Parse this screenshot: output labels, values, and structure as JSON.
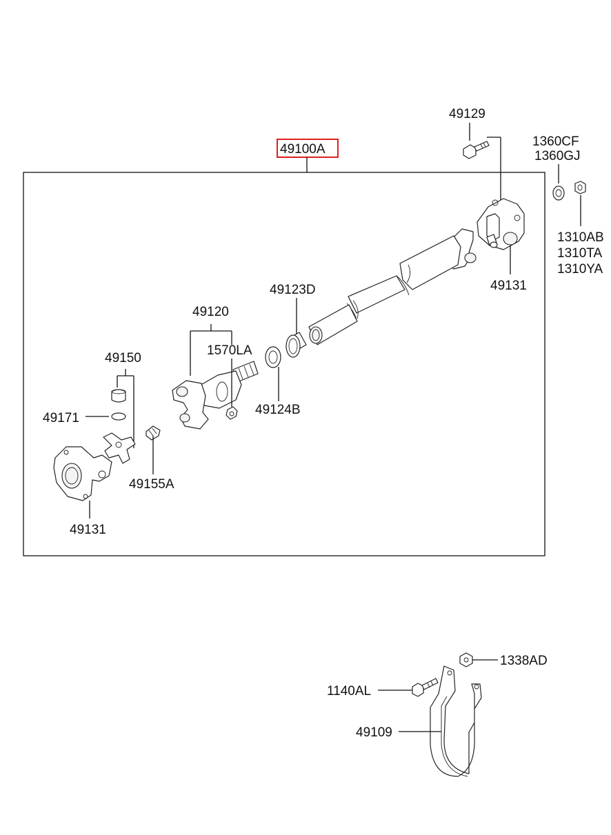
{
  "highlight_color": "#e0201c",
  "assembly": {
    "main": "49100A"
  },
  "labels": {
    "bolt_top": "49129",
    "washer_a": "1360CF",
    "washer_b": "1360GJ",
    "nut_a": "1310AB",
    "nut_b": "1310TA",
    "nut_c": "1310YA",
    "flange_right": "49131",
    "bearing": "49123D",
    "yoke": "49120",
    "grease_small": "1570LA",
    "seal": "49124B",
    "spider_kit": "49150",
    "snap_ring": "49171",
    "grease_fitting": "49155A",
    "flange_left": "49131",
    "guard_nut": "1338AD",
    "guard_bolt": "1140AL",
    "guard": "49109"
  }
}
